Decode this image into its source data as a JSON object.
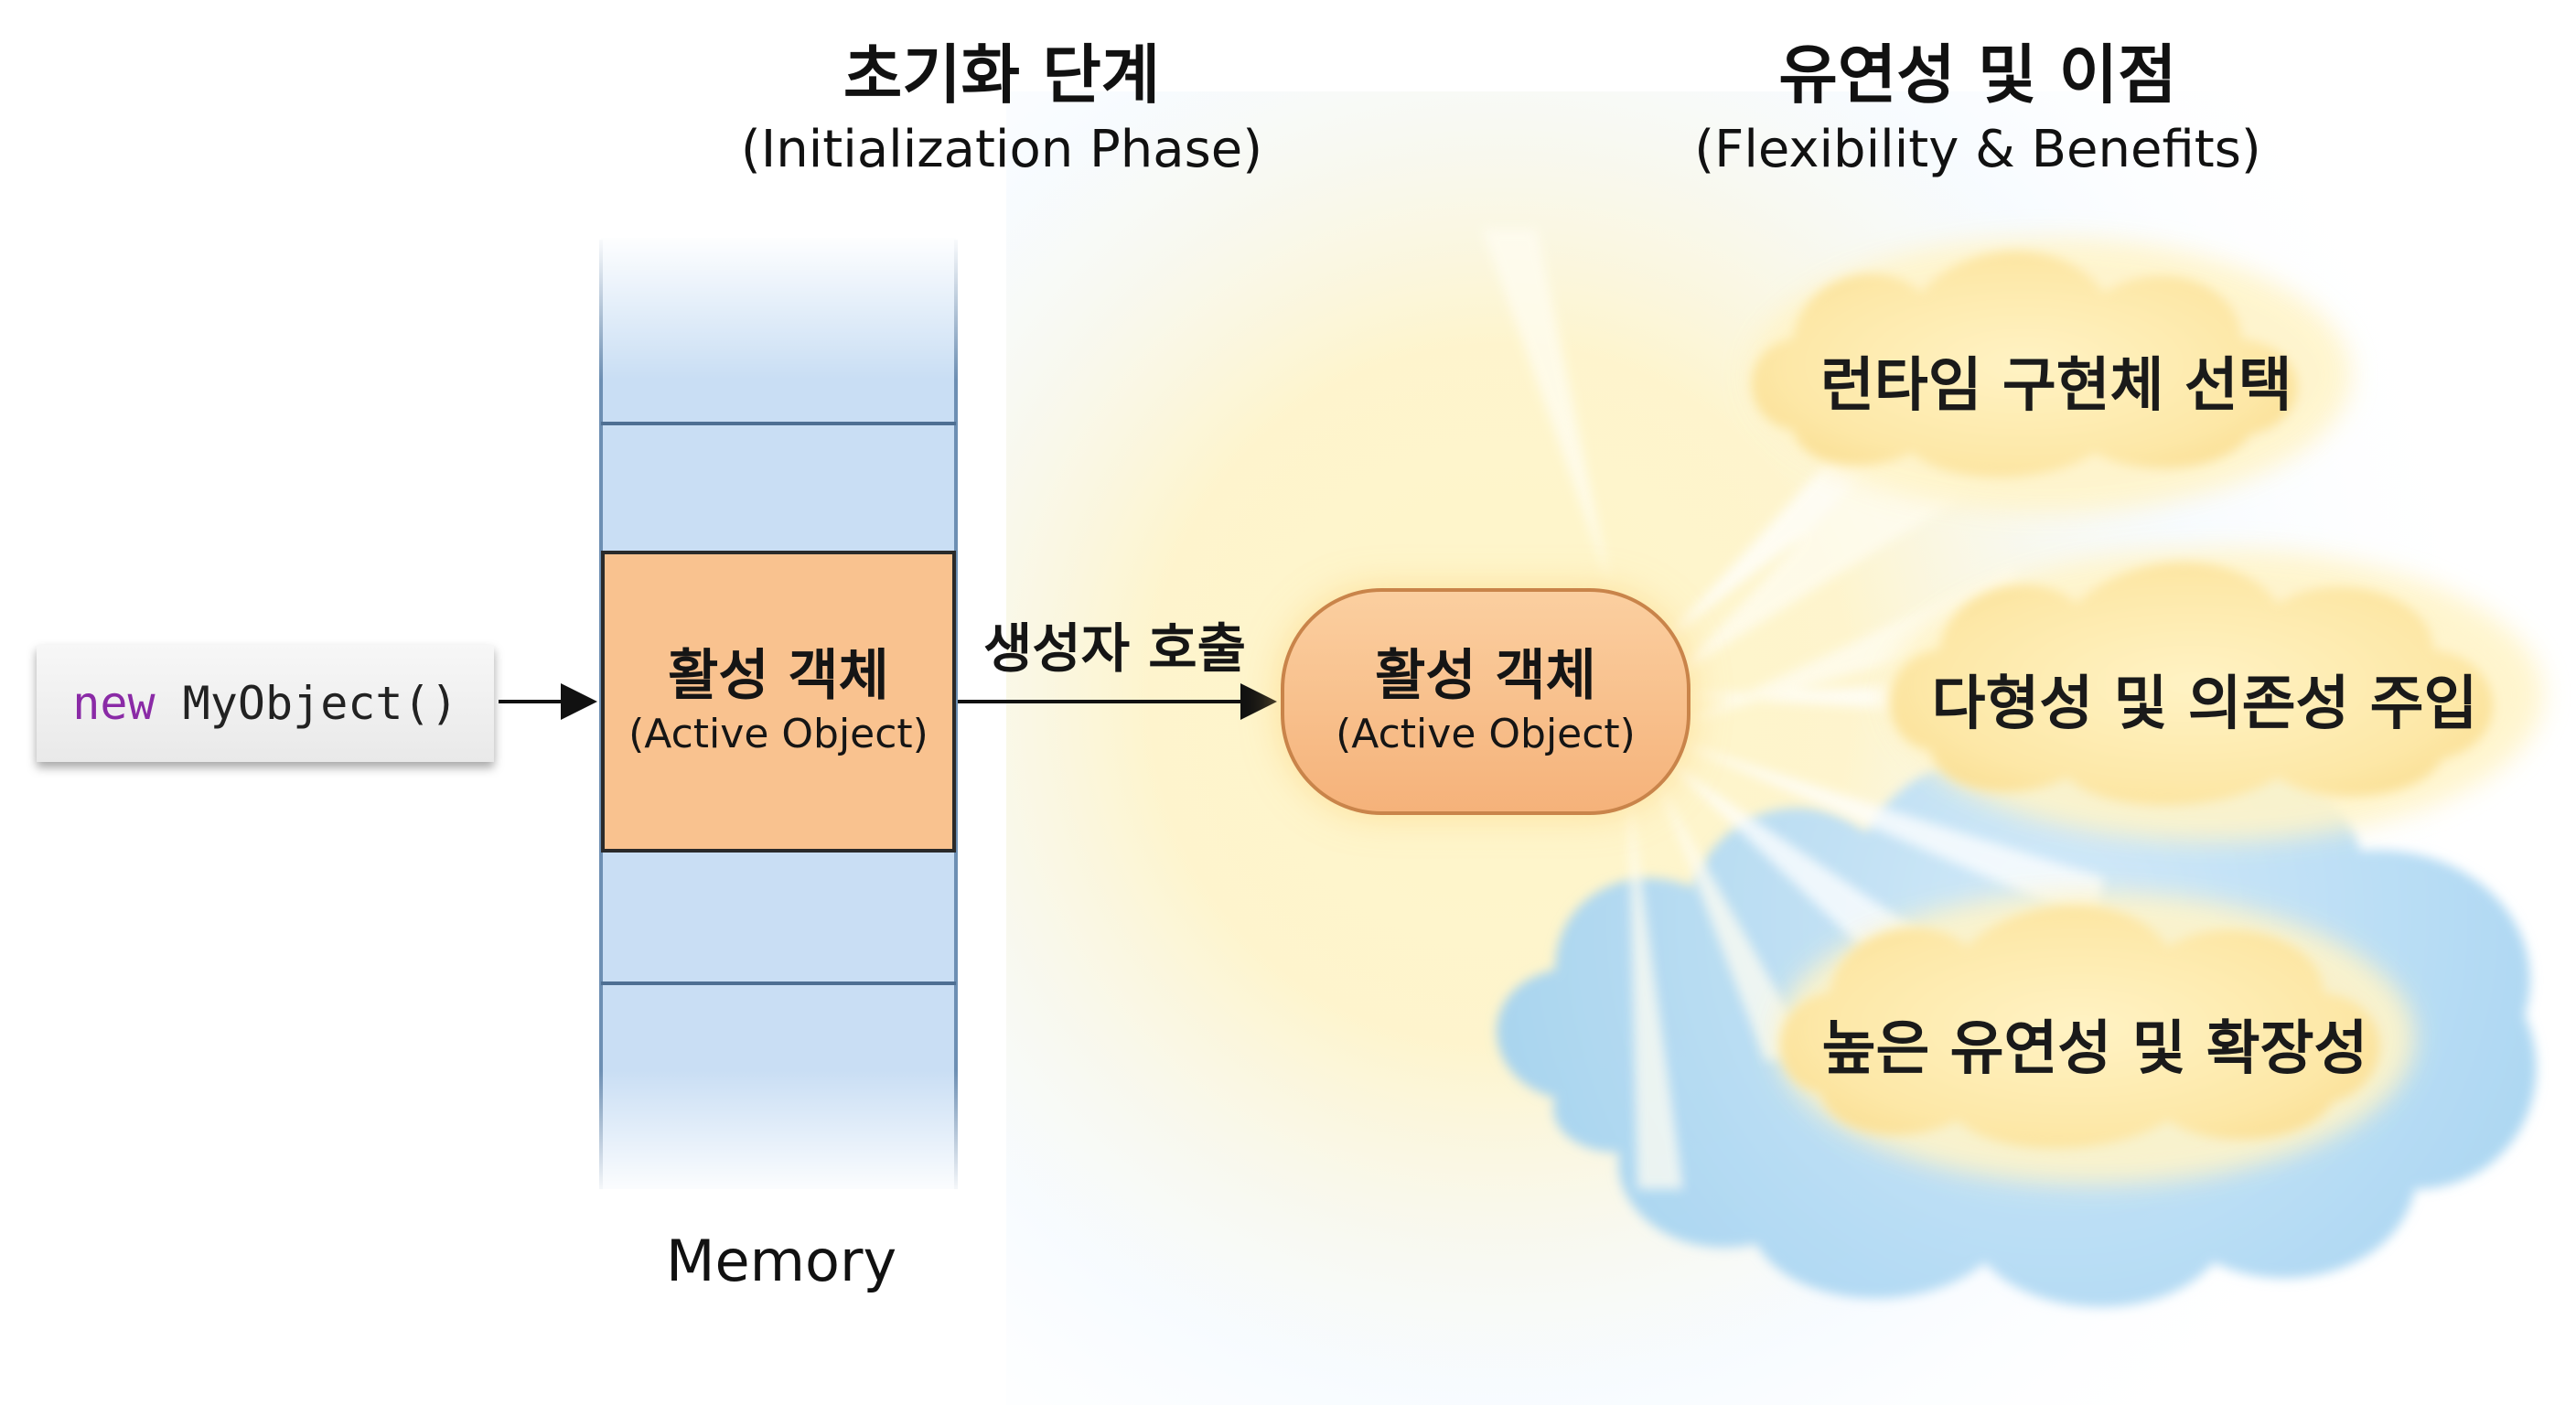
{
  "init_phase": {
    "title_ko": "초기화 단계",
    "title_en": "(Initialization Phase)"
  },
  "benefits_phase": {
    "title_ko": "유연성 및 이점",
    "title_en": "(Flexibility & Benefits)"
  },
  "code": {
    "keyword": "new",
    "expression": " MyObject()"
  },
  "memory": {
    "label": "Memory",
    "active_object_ko": "활성 객체",
    "active_object_en": "(Active Object)"
  },
  "constructor_call_label": "생성자 호출",
  "result_object": {
    "label_ko": "활성 객체",
    "label_en": "(Active Object)"
  },
  "benefits": [
    "런타임 구현체 선택",
    "다형성 및 의존성 주입",
    "높은 유연성 및 확장성"
  ],
  "colors": {
    "memory_cell": "#c9def4",
    "active_fill": "#f9c28f",
    "keyword": "#8a2aa6",
    "cloud_blue": "#a9d4f0",
    "cloud_yellow": "#fde7a6"
  }
}
